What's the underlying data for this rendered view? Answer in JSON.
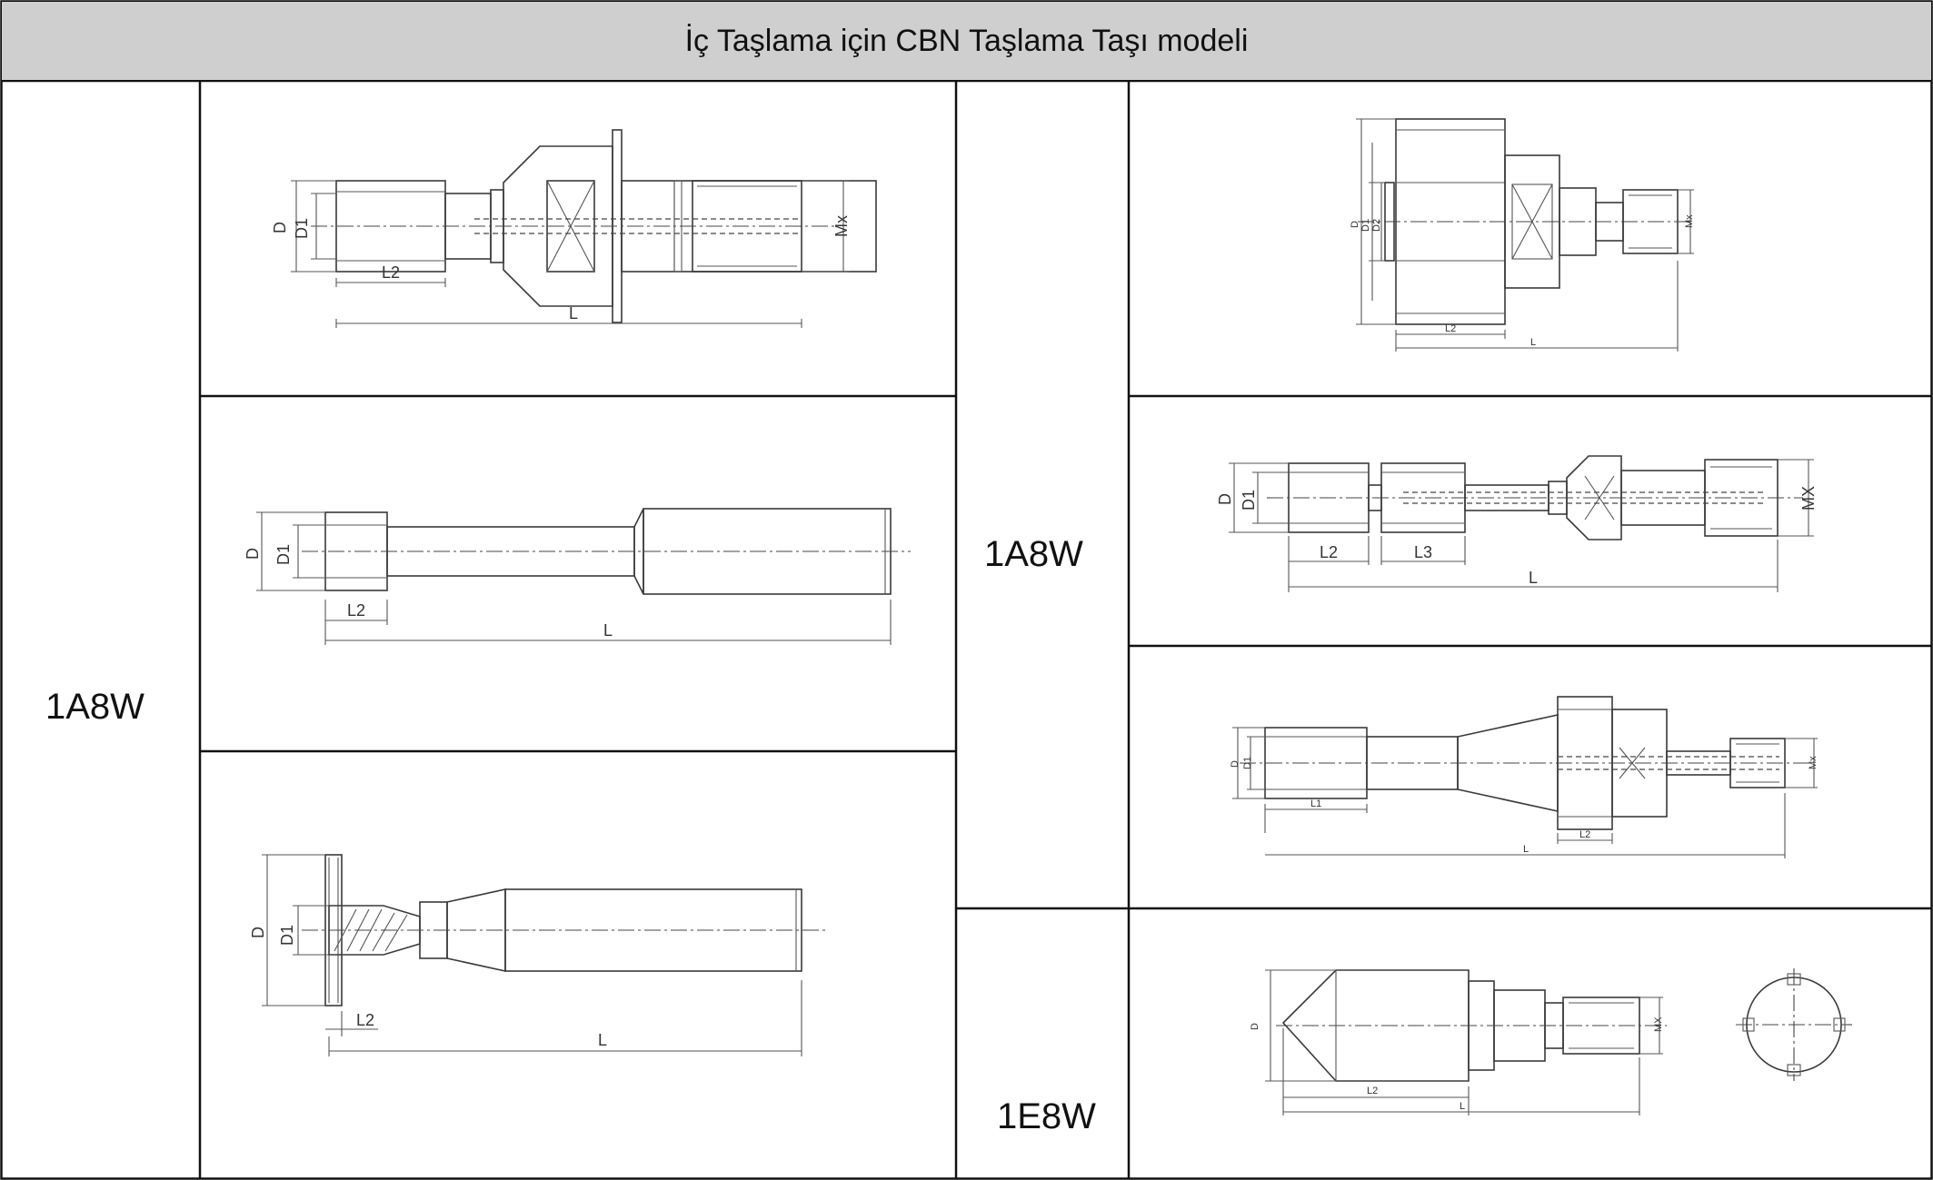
{
  "title": "İç Taşlama için CBN Taşlama Taşı modeli",
  "models": {
    "left": "1A8W",
    "middle_top": "1A8W",
    "middle_bottom": "1E8W"
  },
  "dim_labels": {
    "d": "D",
    "d1": "D1",
    "d2": "D2",
    "l": "L",
    "l1": "L1",
    "l2": "L2",
    "l3": "L3",
    "mx_lower": "Mx",
    "mx_upper": "MX"
  },
  "colors": {
    "header_bg": "#cfcfcf",
    "grid_line": "#111111",
    "drawing_line": "#3a3a3a"
  }
}
